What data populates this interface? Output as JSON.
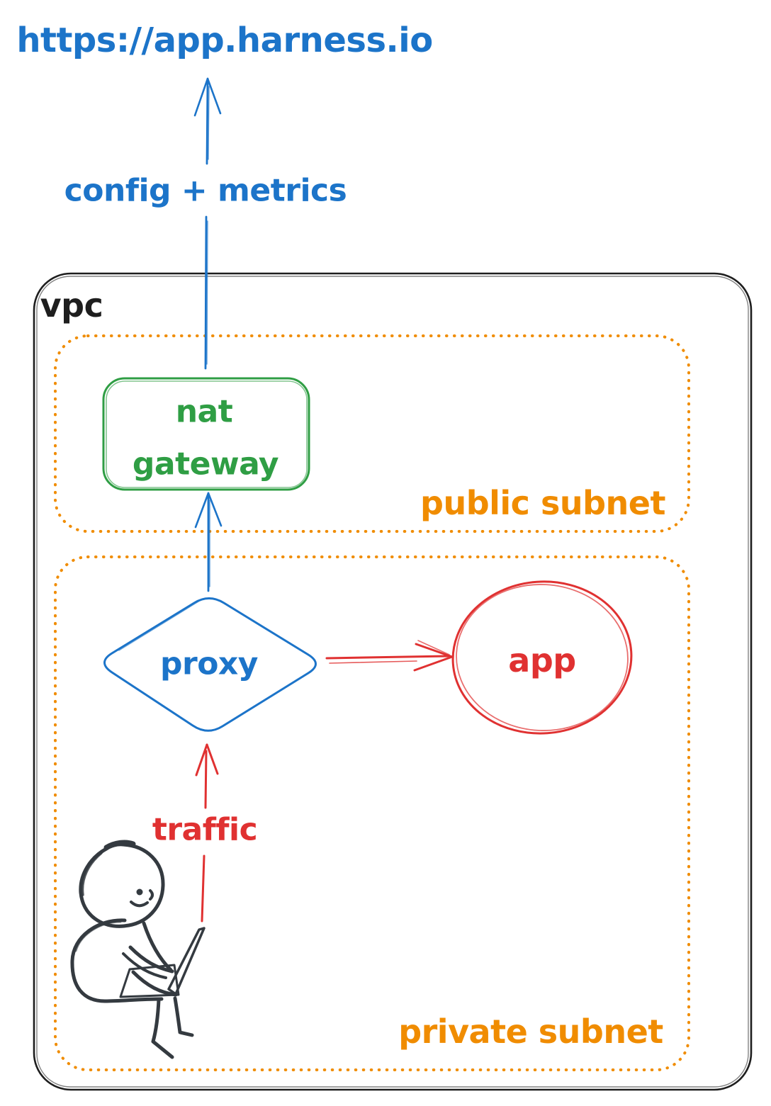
{
  "colors": {
    "blue": "#1c74c9",
    "green": "#2f9e44",
    "orange": "#f08c00",
    "red": "#e03131",
    "dark": "#1e1e1e",
    "person": "#343a40"
  },
  "external_endpoint": {
    "url": "https://app.harness.io"
  },
  "arrows": {
    "nat_to_harness": {
      "label": "config + metrics",
      "color": "#1c74c9"
    },
    "proxy_to_nat": {
      "color": "#1c74c9"
    },
    "proxy_to_app": {
      "color": "#e03131"
    },
    "user_to_proxy": {
      "label": "traffic",
      "color": "#e03131"
    }
  },
  "vpc": {
    "label": "vpc",
    "public_subnet": {
      "label": "public subnet",
      "nat_gateway": {
        "line1": "nat",
        "line2": "gateway"
      }
    },
    "private_subnet": {
      "label": "private subnet",
      "proxy": {
        "label": "proxy"
      },
      "app": {
        "label": "app"
      },
      "user": {
        "icon": "person-with-laptop-icon"
      }
    }
  }
}
